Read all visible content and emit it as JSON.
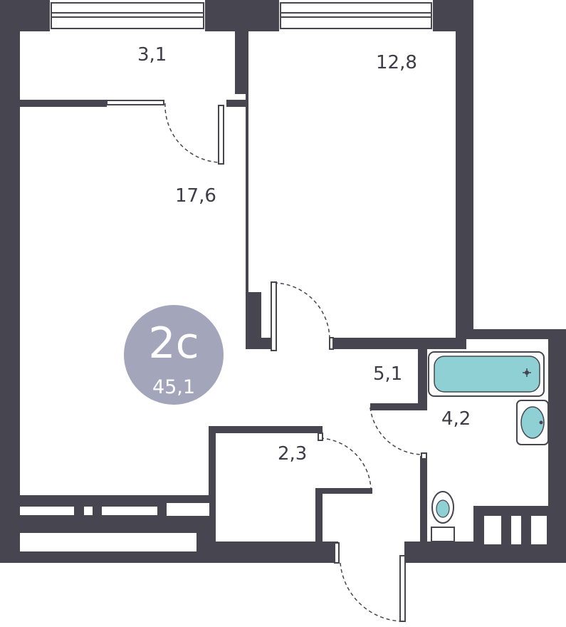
{
  "plan": {
    "apartment_type": "2с",
    "total_area": "45,1",
    "rooms": [
      {
        "id": "balcony",
        "area": "3,1"
      },
      {
        "id": "bedroom",
        "area": "12,8"
      },
      {
        "id": "kitchen-living",
        "area": "17,6"
      },
      {
        "id": "hallway",
        "area": "5,1"
      },
      {
        "id": "bathroom",
        "area": "4,2"
      },
      {
        "id": "storage",
        "area": "2,3"
      }
    ]
  },
  "colors": {
    "wall": "#47454f",
    "badge": "#a3a5bb",
    "fixture_water": "#8fd0d4",
    "door_arc": "#47454f"
  },
  "icons": [
    "bathtub-icon",
    "sink-icon",
    "toilet-icon",
    "window-icon",
    "door-icon"
  ]
}
